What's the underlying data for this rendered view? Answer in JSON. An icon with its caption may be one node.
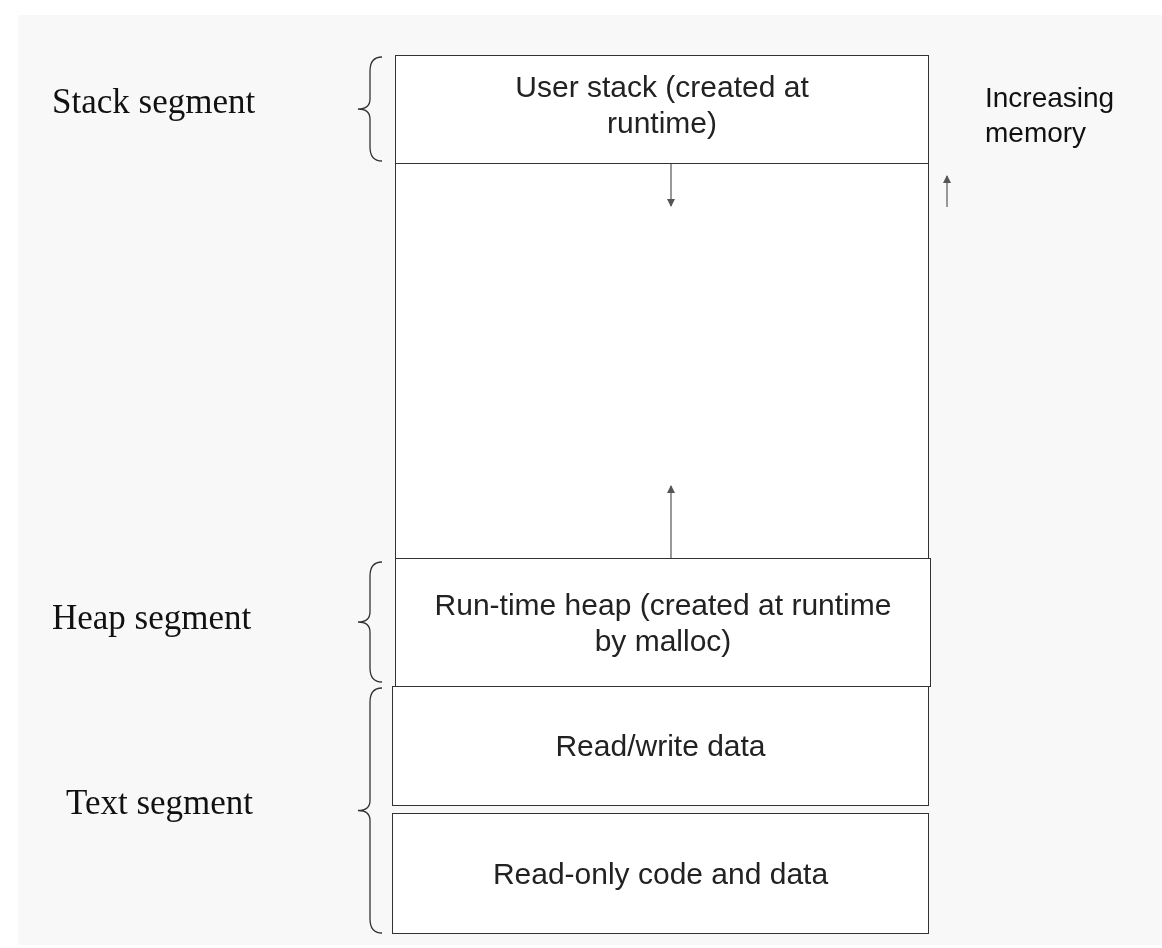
{
  "diagram": {
    "nodes": [
      {
        "text": [
          "User stack (created at runtime)"
        ]
      },
      {
        "text": [],
        "shape": "box"
      },
      {
        "text": [
          "Run-time heap (created at runtime by malloc)"
        ]
      },
      {
        "text": [
          "Read/write data"
        ]
      },
      {
        "text": [
          "Read-only code and data"
        ]
      }
    ],
    "edges": [
      {
        "from": 0,
        "to": 1,
        "arrow": "to"
      },
      {
        "from": 2,
        "to": 1,
        "arrow": "to"
      }
    ],
    "labels": [
      "Stack segment",
      "Increasing memory",
      "Heap segment",
      "Text segment"
    ]
  }
}
